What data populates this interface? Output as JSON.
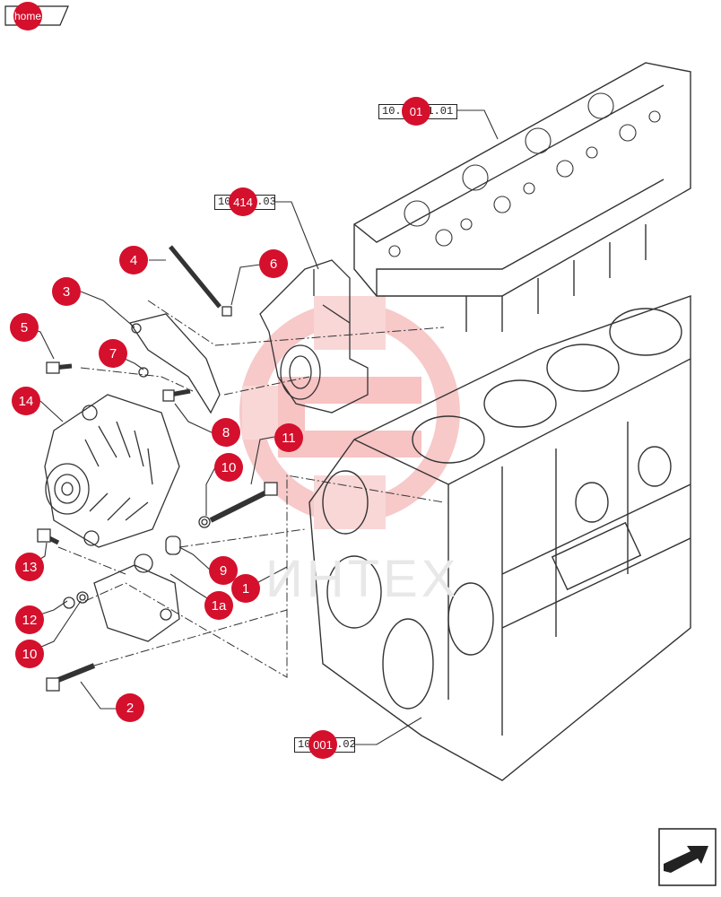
{
  "nav": {
    "home_label": "home"
  },
  "refs": [
    {
      "id": "head",
      "text": "10.01.01.01",
      "badge": "01"
    },
    {
      "id": "mount",
      "text": "10.414.03",
      "badge": "414"
    },
    {
      "id": "block",
      "text": "10.001.02",
      "badge": "001"
    }
  ],
  "callouts": [
    "1",
    "1a",
    "2",
    "3",
    "4",
    "5",
    "6",
    "7",
    "8",
    "9",
    "10",
    "10",
    "11",
    "12",
    "13",
    "14"
  ],
  "watermark": "ИНТЕХ",
  "colors": {
    "accent": "#d4102c",
    "line": "#333333",
    "logo": "#f4c4c4"
  },
  "icons": {
    "next": "arrow-next-icon"
  }
}
